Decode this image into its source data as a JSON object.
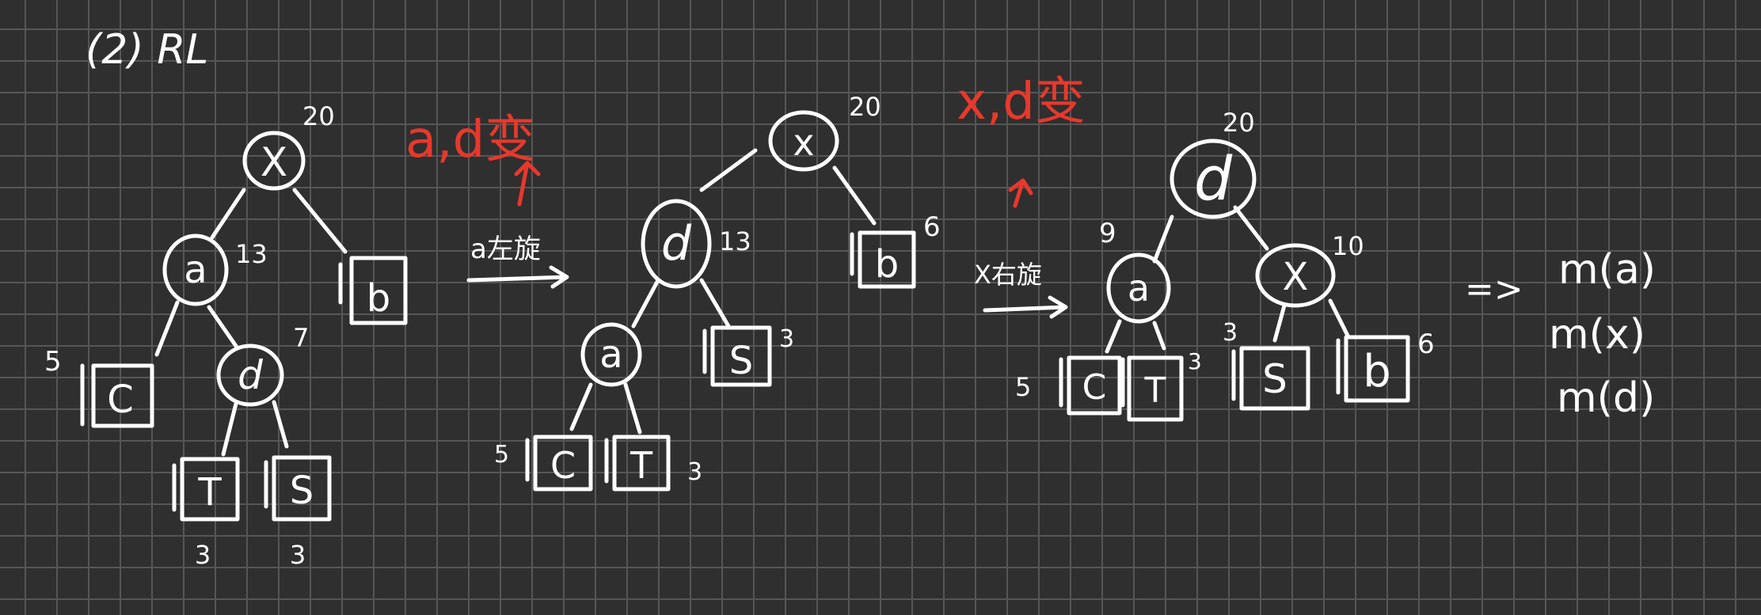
{
  "heading": "(2) RL",
  "tree1": {
    "nodes": {
      "x": {
        "label": "X",
        "weight": "20"
      },
      "a": {
        "label": "a",
        "weight": "13"
      },
      "b": {
        "label": "b"
      },
      "c": {
        "label": "C",
        "weight": "5"
      },
      "d": {
        "label": "d",
        "weight": "7"
      },
      "t": {
        "label": "T",
        "weight": "3"
      },
      "s": {
        "label": "S",
        "weight": "3"
      }
    }
  },
  "step1": {
    "action": "a左旋",
    "change_note": "a,d变"
  },
  "tree2": {
    "nodes": {
      "x": {
        "label": "x",
        "weight": "20"
      },
      "d": {
        "label": "d",
        "weight": "13"
      },
      "b": {
        "label": "b",
        "weight": "6"
      },
      "a": {
        "label": "a"
      },
      "s": {
        "label": "S",
        "weight": "3"
      },
      "c": {
        "label": "C",
        "weight": "5"
      },
      "t": {
        "label": "T",
        "weight": "3"
      }
    }
  },
  "step2": {
    "action": "X右旋",
    "change_note": "x,d变"
  },
  "tree3": {
    "nodes": {
      "d": {
        "label": "d",
        "weight": "20"
      },
      "a": {
        "label": "a",
        "weight": "9"
      },
      "x": {
        "label": "X",
        "weight": "10"
      },
      "c": {
        "label": "C",
        "weight": "5"
      },
      "t": {
        "label": "T",
        "weight": "3"
      },
      "s": {
        "label": "S",
        "weight": "3"
      },
      "b": {
        "label": "b",
        "weight": "6"
      }
    }
  },
  "result": {
    "arrow": "=>",
    "lines": [
      "m(a)",
      "m(x)",
      "m(d)"
    ]
  },
  "colors": {
    "background": "#2f2f2f",
    "grid": "#565656",
    "ink": "#ffffff",
    "accent": "#e8382c"
  }
}
